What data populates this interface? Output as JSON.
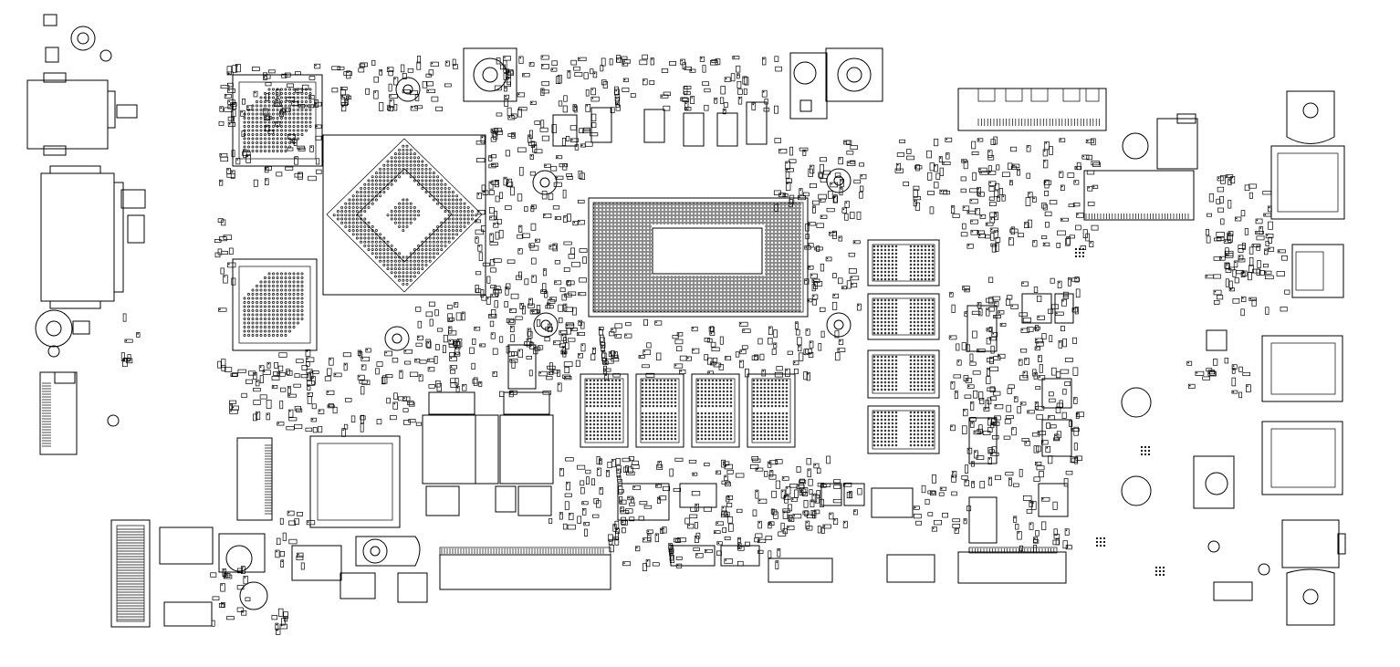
{
  "diagram": {
    "kind": "pcb-component-layout",
    "line_color": "#000000",
    "background": "#ffffff",
    "components": {
      "cpu": "cpu-bga",
      "pch": "pch-bga",
      "dram_left_top": "dram-left-top",
      "dram_left_bottom": "dram-left-bottom",
      "memory_right": [
        "mem-right-1",
        "mem-right-2",
        "mem-right-3",
        "mem-right-4"
      ],
      "memory_bottom": [
        "mem-bottom-1",
        "mem-bottom-2",
        "mem-bottom-3",
        "mem-bottom-4"
      ],
      "qfn_bottom_left": "ec-qfn",
      "sodimm": "sodimm-connector",
      "ffc_bottom": "ffc-connector-main"
    }
  }
}
